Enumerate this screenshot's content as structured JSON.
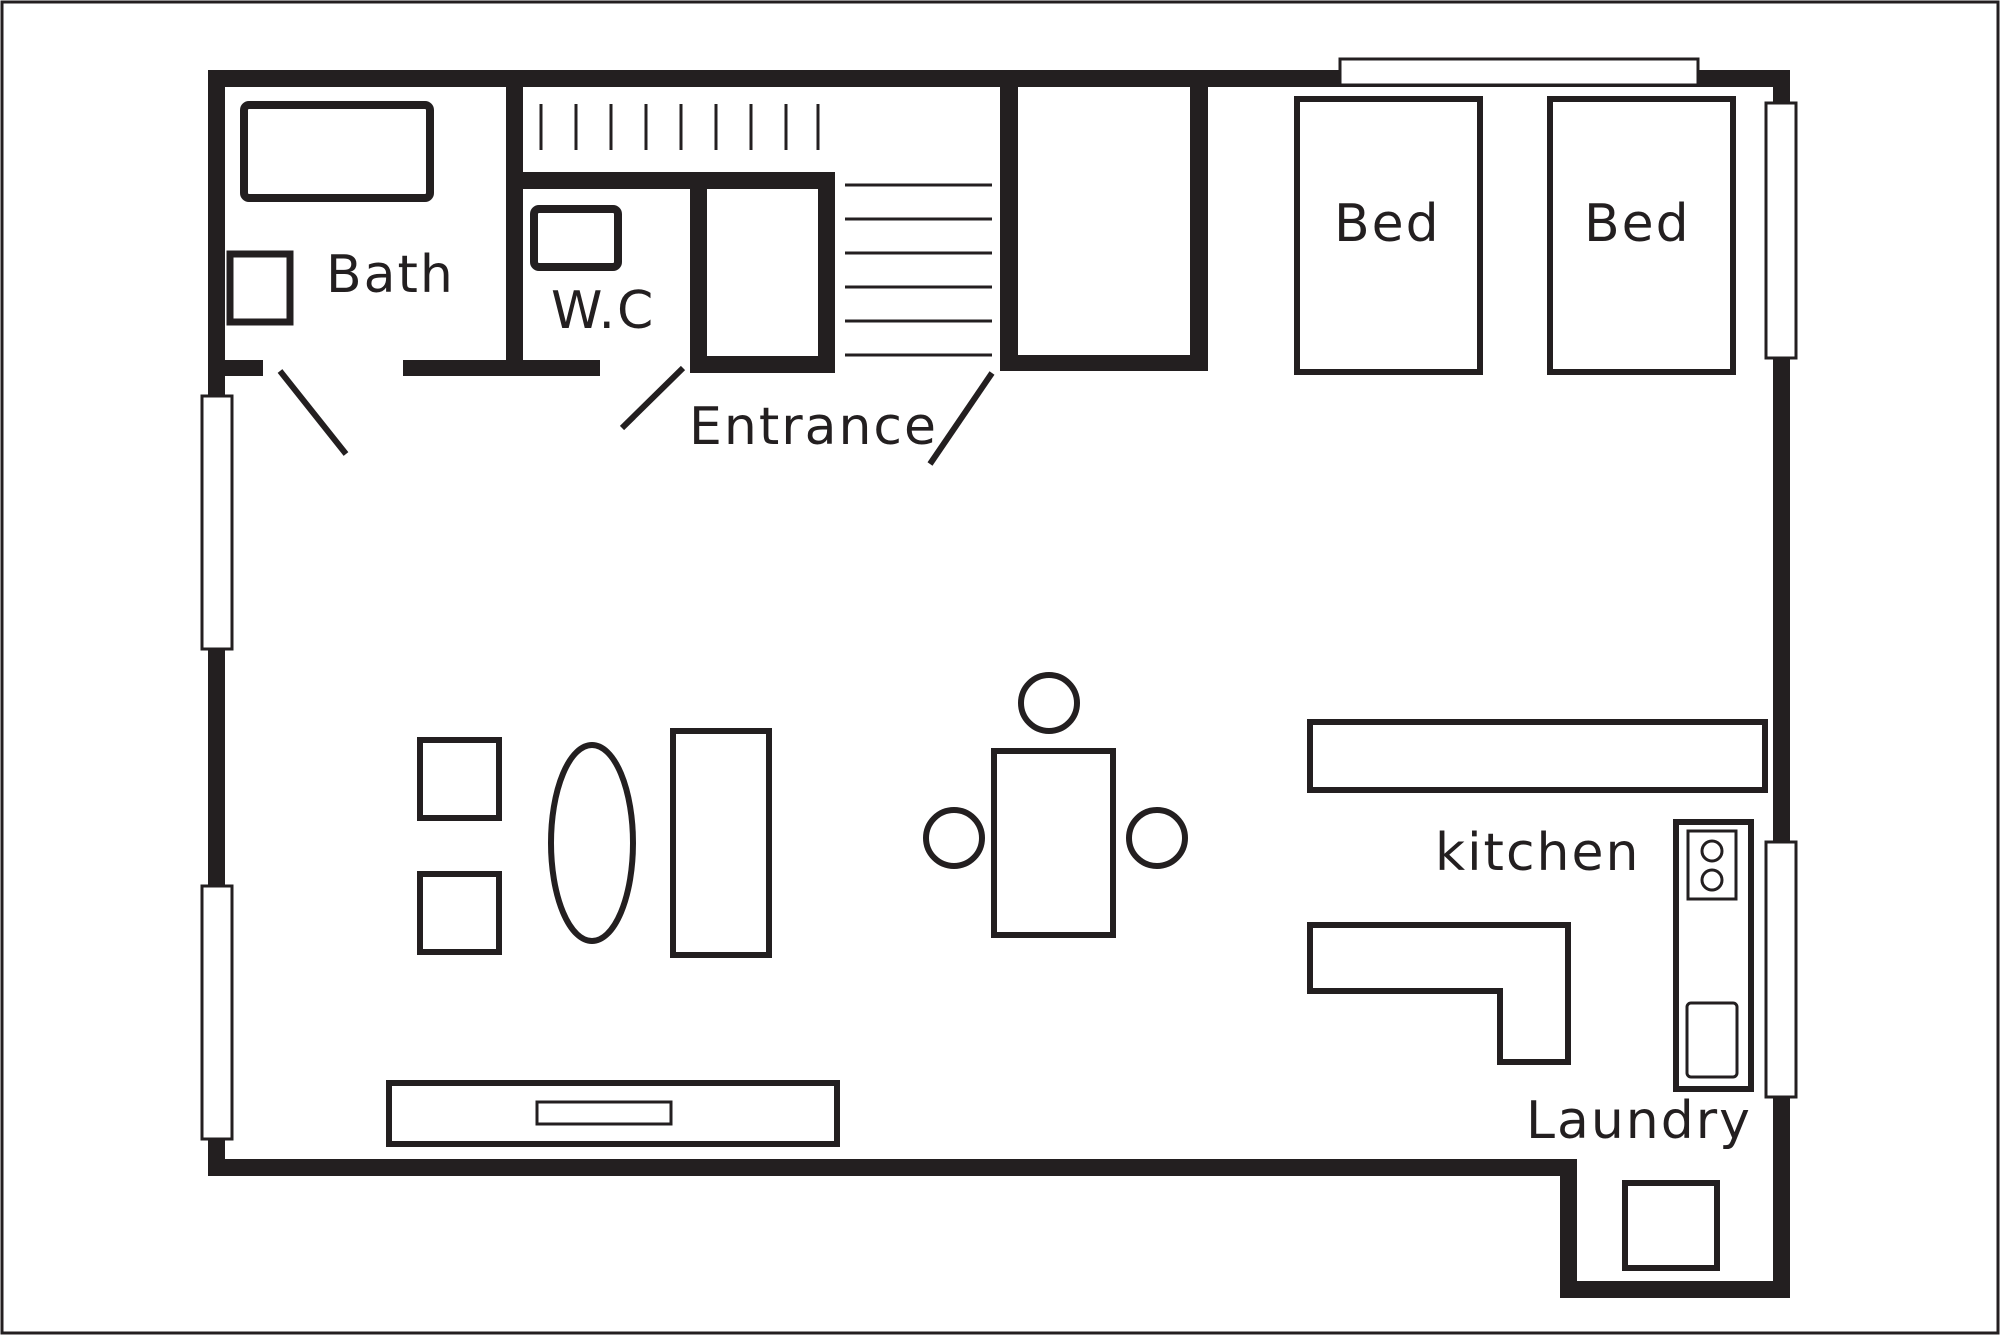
{
  "colors": {
    "ink": "#231f20",
    "paper": "#ffffff"
  },
  "rooms": {
    "bath": "Bath",
    "wc": "W.C",
    "entrance": "Entrance",
    "bed_left": "Bed",
    "bed_right": "Bed",
    "kitchen": "kitchen",
    "laundry": "Laundry"
  }
}
